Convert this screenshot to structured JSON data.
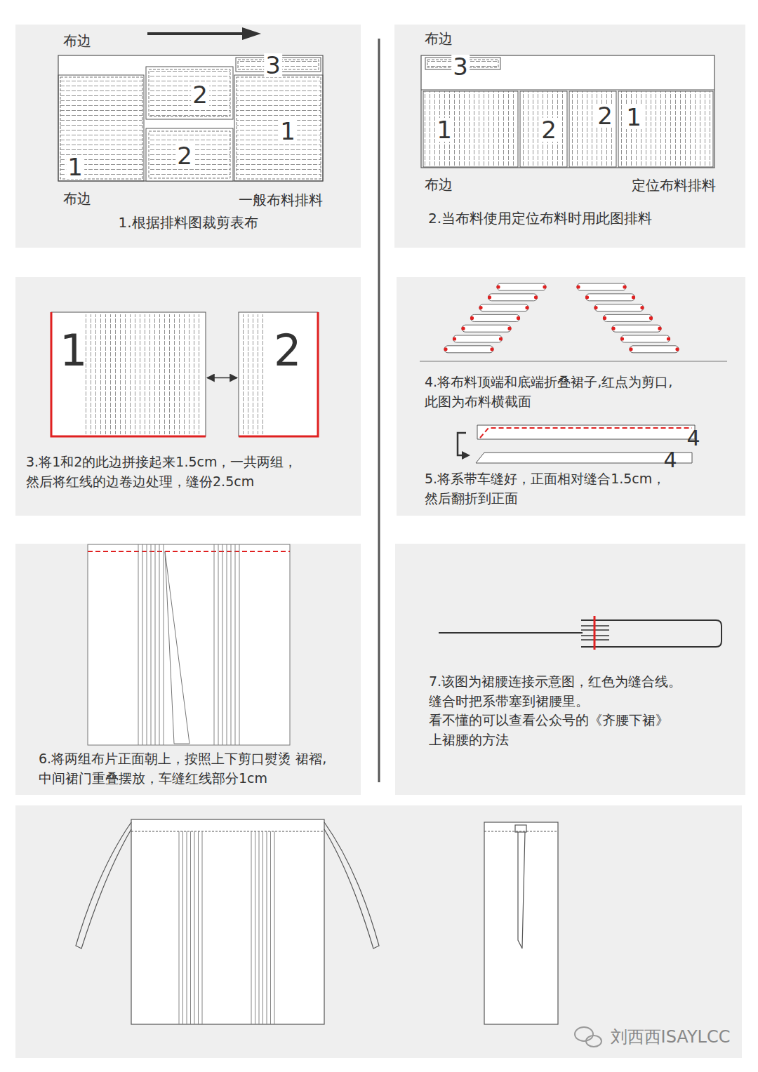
{
  "diagram": {
    "nodes": [
      {
        "text": [
          "1.根据排料图裁剪表布"
        ]
      },
      {
        "text": [
          "2.当布料使用定位布料时用此图排料"
        ]
      },
      {
        "text": [
          "3.将1和2的此边拼接起来1.5cm，一共两组， 然后将红线的边卷边处理，缝份2.5cm"
        ]
      },
      {
        "text": [
          "1"
        ],
        "in": 2
      },
      {
        "text": [
          "2"
        ],
        "in": 2
      },
      {
        "text": [
          "4.将布料顶端和底端折叠裙子,红点为剪口, 此图为布料横截面",
          "5.将系带车缝好，正面相对缝合1.5cm， 然后翻折到正面"
        ]
      },
      {
        "text": [
          "6.将两组布片正面朝上，按照上下剪口熨烫 裙褶,中间裙门重叠摆放，车缝红线部分1cm"
        ]
      },
      {
        "text": [
          "7.该图为裙腰连接示意图，红色为缝合线。 缝合时把系带塞到裙腰里。 看不懂的可以查看公众号的《齐腰下裙》 上裙腰的方法"
        ]
      }
    ],
    "edges": [
      {
        "from": 3,
        "to": 4,
        "arrow": "both"
      }
    ],
    "labels": [
      "布边",
      "3",
      "2",
      "1",
      "2",
      "1",
      "布边",
      "一般布料排料",
      "布边",
      "3",
      "1",
      "2",
      "2",
      "1",
      "布边",
      "定位布料排料",
      "4",
      "4",
      "刘西西ISAYLCC"
    ]
  }
}
